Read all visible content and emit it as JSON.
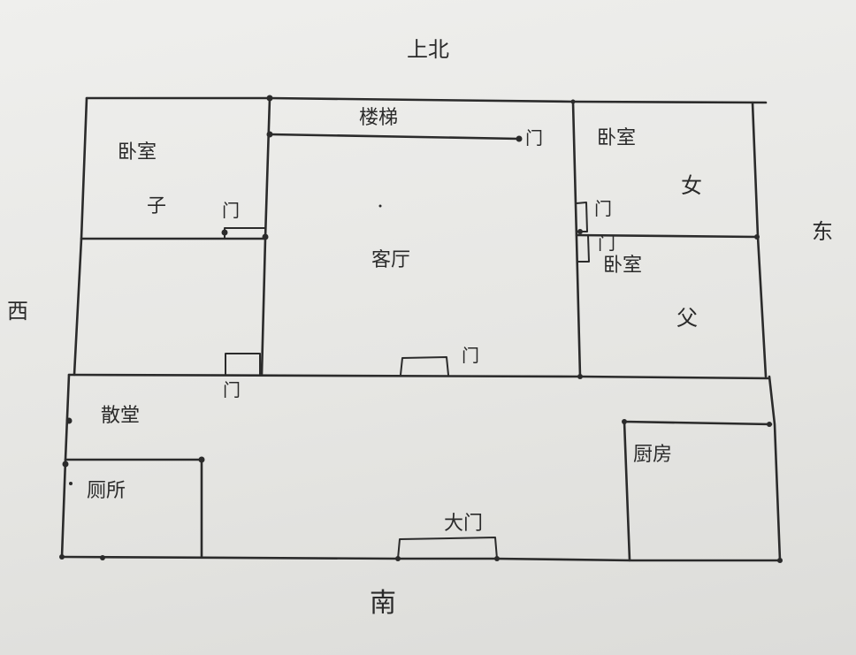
{
  "compass": {
    "north": "上北",
    "south": "南",
    "east": "东",
    "west": "西"
  },
  "rooms": {
    "bedroom_son": {
      "name": "卧室",
      "occupant": "子"
    },
    "stairs": "楼梯",
    "living_room": "客厅",
    "bedroom_daughter": {
      "name": "卧室",
      "occupant": "女"
    },
    "bedroom_father": {
      "name": "卧室",
      "occupant": "父"
    },
    "hall": "散堂",
    "toilet": "厕所",
    "kitchen": "厨房"
  },
  "doors": {
    "label": "门",
    "main_entrance": "大门"
  },
  "ink_color": "#2b2b2b"
}
